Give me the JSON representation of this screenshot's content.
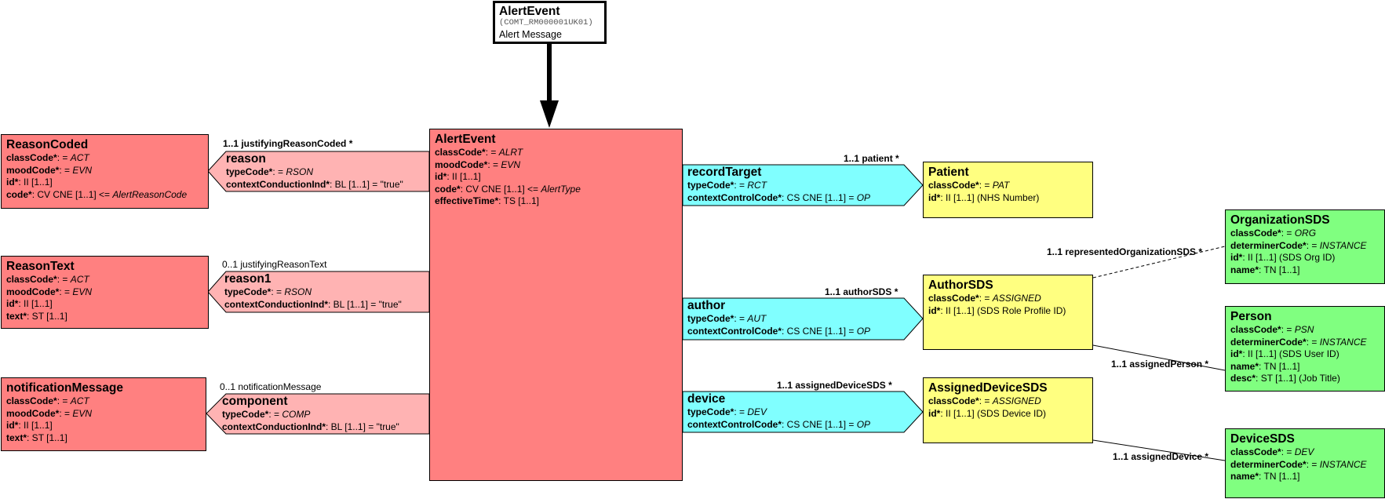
{
  "entry": {
    "title": "AlertEvent",
    "code": "(COMT_RM000001UK01)",
    "description": "Alert Message"
  },
  "main": {
    "title": "AlertEvent",
    "attrs": [
      {
        "k": "classCode*",
        "v": ": = ",
        "vi": "ALRT"
      },
      {
        "k": "moodCode*",
        "v": ": = ",
        "vi": "EVN"
      },
      {
        "k": "id*",
        "v": ": II [1..1]",
        "vi": ""
      },
      {
        "k": "code*",
        "v": ": CV CNE [1..1] <= ",
        "vi": "AlertType"
      },
      {
        "k": "effectiveTime*",
        "v": ": TS [1..1]",
        "vi": ""
      }
    ]
  },
  "reason_coded": {
    "title": "ReasonCoded",
    "attrs": [
      {
        "k": "classCode*",
        "v": ": = ",
        "vi": "ACT"
      },
      {
        "k": "moodCode*",
        "v": ": = ",
        "vi": "EVN"
      },
      {
        "k": "id*",
        "v": ": II [1..1]",
        "vi": ""
      },
      {
        "k": "code*",
        "v": ": CV CNE [1..1] <= ",
        "vi": "AlertReasonCode"
      }
    ]
  },
  "reason_text": {
    "title": "ReasonText",
    "attrs": [
      {
        "k": "classCode*",
        "v": ": = ",
        "vi": "ACT"
      },
      {
        "k": "moodCode*",
        "v": ": = ",
        "vi": "EVN"
      },
      {
        "k": "id*",
        "v": ": II [1..1]",
        "vi": ""
      },
      {
        "k": "text*",
        "v": ": ST [1..1]",
        "vi": ""
      }
    ]
  },
  "notification_message": {
    "title": "notificationMessage",
    "attrs": [
      {
        "k": "classCode*",
        "v": ": = ",
        "vi": "ACT"
      },
      {
        "k": "moodCode*",
        "v": ": = ",
        "vi": "EVN"
      },
      {
        "k": "id*",
        "v": ": II [1..1]",
        "vi": ""
      },
      {
        "k": "text*",
        "v": ": ST [1..1]",
        "vi": ""
      }
    ]
  },
  "reason": {
    "title": "reason",
    "role": "1..1 justifyingReasonCoded  *",
    "attrs": [
      {
        "k": "typeCode*",
        "v": ": = ",
        "vi": "RSON"
      },
      {
        "k": "contextConductionInd*",
        "v": ": BL [1..1] = \"true\"",
        "vi": ""
      }
    ]
  },
  "reason1": {
    "title": "reason1",
    "role": "0..1 justifyingReasonText",
    "attrs": [
      {
        "k": "typeCode*",
        "v": ": = ",
        "vi": "RSON"
      },
      {
        "k": "contextConductionInd*",
        "v": ": BL [1..1] = \"true\"",
        "vi": ""
      }
    ]
  },
  "component": {
    "title": "component",
    "role": "0..1 notificationMessage",
    "attrs": [
      {
        "k": "typeCode*",
        "v": ": = ",
        "vi": "COMP"
      },
      {
        "k": "contextConductionInd*",
        "v": ": BL [1..1] = \"true\"",
        "vi": ""
      }
    ]
  },
  "record_target": {
    "title": "recordTarget",
    "role": "1..1 patient  *",
    "attrs": [
      {
        "k": "typeCode*",
        "v": ": = ",
        "vi": "RCT"
      },
      {
        "k": "contextControlCode*",
        "v": ": CS CNE [1..1] = ",
        "vi": "OP"
      }
    ]
  },
  "author": {
    "title": "author",
    "role": "1..1 authorSDS  *",
    "attrs": [
      {
        "k": "typeCode*",
        "v": ": = ",
        "vi": "AUT"
      },
      {
        "k": "contextControlCode*",
        "v": ": CS CNE [1..1] = ",
        "vi": "OP"
      }
    ]
  },
  "device": {
    "title": "device",
    "role": "1..1 assignedDeviceSDS  *",
    "attrs": [
      {
        "k": "typeCode*",
        "v": ": = ",
        "vi": "DEV"
      },
      {
        "k": "contextControlCode*",
        "v": ": CS CNE [1..1] = ",
        "vi": "OP"
      }
    ]
  },
  "patient": {
    "title": "Patient",
    "attrs": [
      {
        "k": "classCode*",
        "v": ": = ",
        "vi": "PAT"
      },
      {
        "k": "id*",
        "v": ": II [1..1] (NHS Number)",
        "vi": ""
      }
    ]
  },
  "author_sds": {
    "title": "AuthorSDS",
    "attrs": [
      {
        "k": "classCode*",
        "v": ": = ",
        "vi": "ASSIGNED"
      },
      {
        "k": "id*",
        "v": ": II [1..1] (SDS Role Profile ID)",
        "vi": ""
      }
    ]
  },
  "assigned_device_sds": {
    "title": "AssignedDeviceSDS",
    "attrs": [
      {
        "k": "classCode*",
        "v": ": = ",
        "vi": "ASSIGNED"
      },
      {
        "k": "id*",
        "v": ": II [1..1] (SDS Device ID)",
        "vi": ""
      }
    ]
  },
  "organization_sds": {
    "title": "OrganizationSDS",
    "attrs": [
      {
        "k": "classCode*",
        "v": ": = ",
        "vi": "ORG"
      },
      {
        "k": "determinerCode*",
        "v": ": = ",
        "vi": "INSTANCE"
      },
      {
        "k": "id*",
        "v": ": II [1..1] (SDS Org ID)",
        "vi": ""
      },
      {
        "k": "name*",
        "v": ": TN [1..1]",
        "vi": ""
      }
    ]
  },
  "person": {
    "title": "Person",
    "attrs": [
      {
        "k": "classCode*",
        "v": ": = ",
        "vi": "PSN"
      },
      {
        "k": "determinerCode*",
        "v": ": = ",
        "vi": "INSTANCE"
      },
      {
        "k": "id*",
        "v": ": II [1..1] (SDS User ID)",
        "vi": ""
      },
      {
        "k": "name*",
        "v": ": TN [1..1]",
        "vi": ""
      },
      {
        "k": "desc*",
        "v": ": ST [1..1] (Job Title)",
        "vi": ""
      }
    ]
  },
  "device_sds": {
    "title": "DeviceSDS",
    "attrs": [
      {
        "k": "classCode*",
        "v": ": = ",
        "vi": "DEV"
      },
      {
        "k": "determinerCode*",
        "v": ": = ",
        "vi": "INSTANCE"
      },
      {
        "k": "name*",
        "v": ": TN [1..1]",
        "vi": ""
      }
    ]
  },
  "links": {
    "represented_org": "1..1 representedOrganizationSDS  *",
    "assigned_person": "1..1 assignedPerson  *",
    "assigned_device": "1..1 assignedDevice  *"
  },
  "colors": {
    "act": "#ff8080",
    "act_rel": "#ffb3b3",
    "participation": "#80ffff",
    "role": "#ffff80",
    "entity": "#80ff80"
  }
}
